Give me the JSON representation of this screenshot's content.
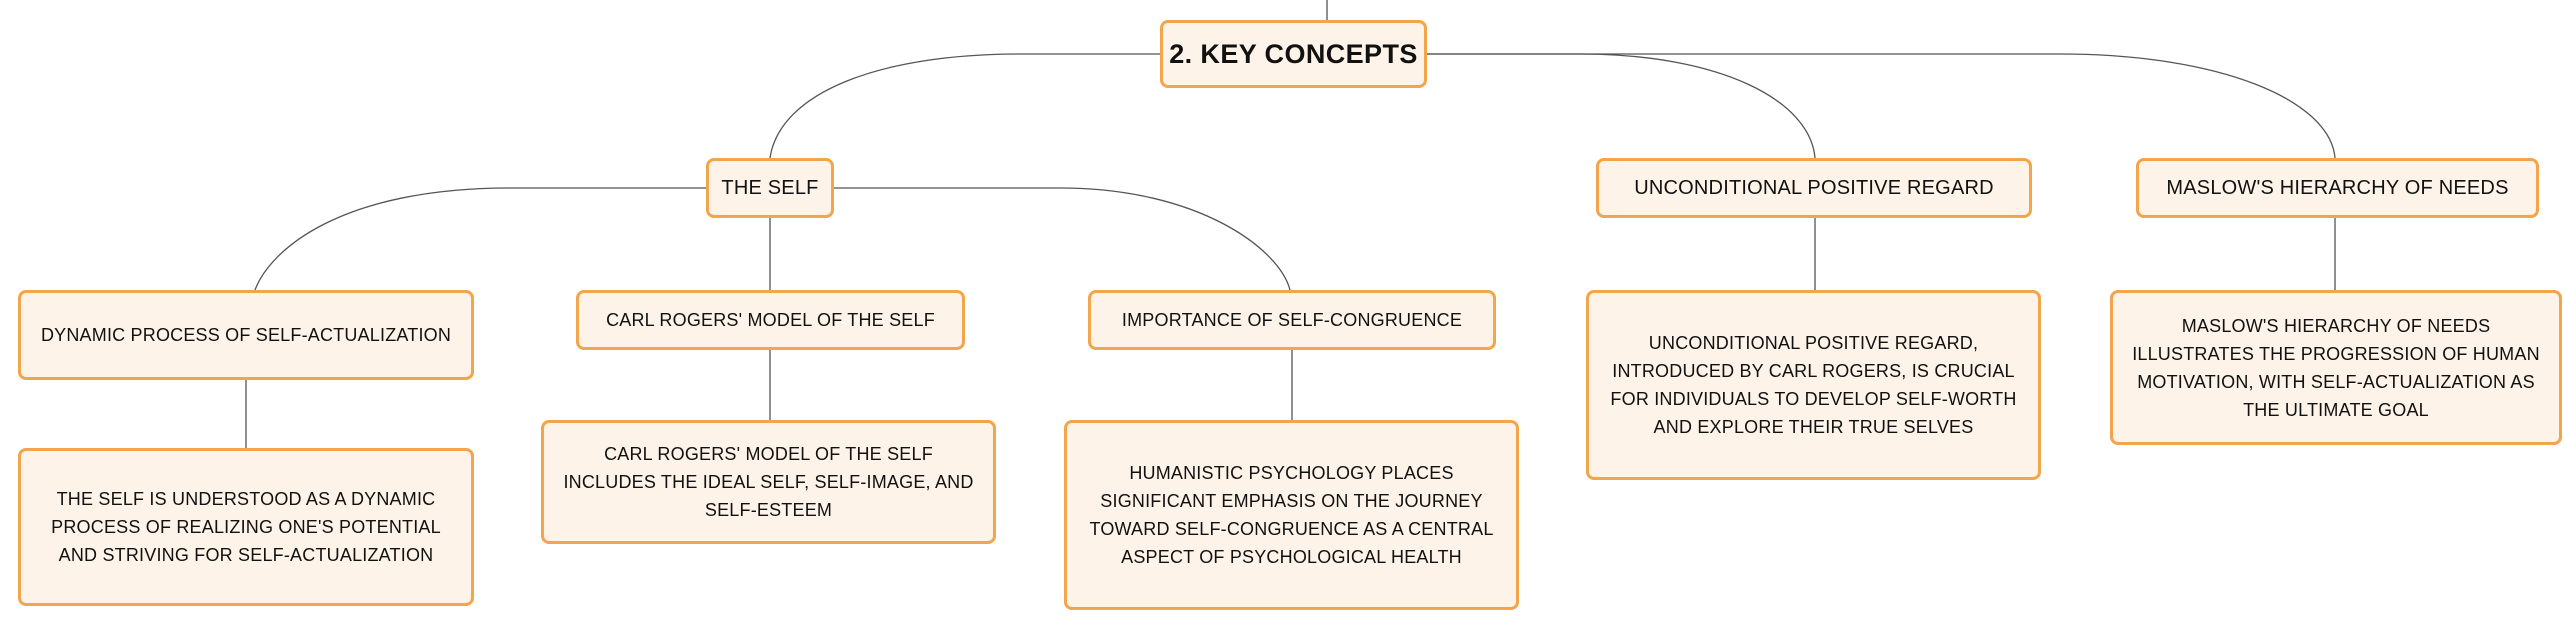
{
  "root": "2. KEY CONCEPTS",
  "topics": [
    {
      "label": "THE SELF",
      "subtopics": [
        {
          "label": "DYNAMIC PROCESS OF SELF-ACTUALIZATION",
          "description": "THE SELF IS UNDERSTOOD AS A DYNAMIC PROCESS OF REALIZING ONE'S POTENTIAL AND STRIVING FOR SELF-ACTUALIZATION"
        },
        {
          "label": "CARL ROGERS' MODEL OF THE SELF",
          "description": "CARL ROGERS' MODEL OF THE SELF INCLUDES THE IDEAL SELF, SELF-IMAGE, AND SELF-ESTEEM"
        },
        {
          "label": "IMPORTANCE OF SELF-CONGRUENCE",
          "description": "HUMANISTIC PSYCHOLOGY PLACES SIGNIFICANT EMPHASIS ON THE JOURNEY TOWARD SELF-CONGRUENCE AS A CENTRAL ASPECT OF PSYCHOLOGICAL HEALTH"
        }
      ]
    },
    {
      "label": "UNCONDITIONAL POSITIVE REGARD",
      "description": "UNCONDITIONAL POSITIVE REGARD, INTRODUCED BY CARL ROGERS, IS CRUCIAL FOR INDIVIDUALS TO DEVELOP SELF-WORTH AND EXPLORE THEIR TRUE SELVES"
    },
    {
      "label": "MASLOW'S HIERARCHY OF NEEDS",
      "description": "MASLOW'S HIERARCHY OF NEEDS ILLUSTRATES THE PROGRESSION OF HUMAN MOTIVATION, WITH SELF-ACTUALIZATION AS THE ULTIMATE GOAL"
    }
  ],
  "colors": {
    "node_fill": "#fdf3e8",
    "node_border": "#f2a54a",
    "connector": "#555555"
  }
}
